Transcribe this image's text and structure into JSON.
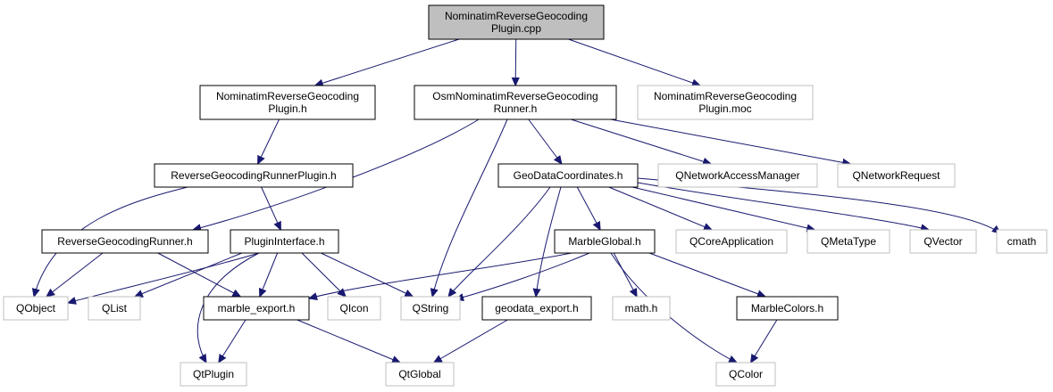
{
  "diagram": {
    "nodes": [
      {
        "id": "root",
        "lines": [
          "NominatimReverseGeocoding",
          "Plugin.cpp"
        ],
        "kind": "root"
      },
      {
        "id": "plh",
        "lines": [
          "NominatimReverseGeocoding",
          "Plugin.h"
        ],
        "kind": "local"
      },
      {
        "id": "osm",
        "lines": [
          "OsmNominatimReverseGeocoding",
          "Runner.h"
        ],
        "kind": "local"
      },
      {
        "id": "moc",
        "lines": [
          "NominatimReverseGeocoding",
          "Plugin.moc"
        ],
        "kind": "external"
      },
      {
        "id": "rgrp",
        "lines": [
          "ReverseGeocodingRunnerPlugin.h"
        ],
        "kind": "local"
      },
      {
        "id": "gdc",
        "lines": [
          "GeoDataCoordinates.h"
        ],
        "kind": "local"
      },
      {
        "id": "qnam",
        "lines": [
          "QNetworkAccessManager"
        ],
        "kind": "external"
      },
      {
        "id": "qnr",
        "lines": [
          "QNetworkRequest"
        ],
        "kind": "external"
      },
      {
        "id": "rgr",
        "lines": [
          "ReverseGeocodingRunner.h"
        ],
        "kind": "local"
      },
      {
        "id": "pi",
        "lines": [
          "PluginInterface.h"
        ],
        "kind": "local"
      },
      {
        "id": "mg",
        "lines": [
          "MarbleGlobal.h"
        ],
        "kind": "local"
      },
      {
        "id": "qca",
        "lines": [
          "QCoreApplication"
        ],
        "kind": "external"
      },
      {
        "id": "qmt",
        "lines": [
          "QMetaType"
        ],
        "kind": "external"
      },
      {
        "id": "qvec",
        "lines": [
          "QVector"
        ],
        "kind": "external"
      },
      {
        "id": "cmath",
        "lines": [
          "cmath"
        ],
        "kind": "external"
      },
      {
        "id": "qobj",
        "lines": [
          "QObject"
        ],
        "kind": "external"
      },
      {
        "id": "qlist",
        "lines": [
          "QList"
        ],
        "kind": "external"
      },
      {
        "id": "me",
        "lines": [
          "marble_export.h"
        ],
        "kind": "local"
      },
      {
        "id": "qicon",
        "lines": [
          "QIcon"
        ],
        "kind": "external"
      },
      {
        "id": "qstr",
        "lines": [
          "QString"
        ],
        "kind": "external"
      },
      {
        "id": "ge",
        "lines": [
          "geodata_export.h"
        ],
        "kind": "local"
      },
      {
        "id": "mathh",
        "lines": [
          "math.h"
        ],
        "kind": "external"
      },
      {
        "id": "mc",
        "lines": [
          "MarbleColors.h"
        ],
        "kind": "local"
      },
      {
        "id": "qplug",
        "lines": [
          "QtPlugin"
        ],
        "kind": "external"
      },
      {
        "id": "qglob",
        "lines": [
          "QtGlobal"
        ],
        "kind": "external"
      },
      {
        "id": "qcol",
        "lines": [
          "QColor"
        ],
        "kind": "external"
      }
    ],
    "edges": [
      {
        "from": "root",
        "to": "plh"
      },
      {
        "from": "root",
        "to": "osm"
      },
      {
        "from": "root",
        "to": "moc"
      },
      {
        "from": "plh",
        "to": "rgrp"
      },
      {
        "from": "osm",
        "to": "rgr"
      },
      {
        "from": "osm",
        "to": "qstr"
      },
      {
        "from": "osm",
        "to": "gdc"
      },
      {
        "from": "osm",
        "to": "qnam"
      },
      {
        "from": "osm",
        "to": "qnr"
      },
      {
        "from": "rgrp",
        "to": "qobj"
      },
      {
        "from": "rgrp",
        "to": "pi"
      },
      {
        "from": "gdc",
        "to": "qstr"
      },
      {
        "from": "gdc",
        "to": "ge"
      },
      {
        "from": "gdc",
        "to": "mg"
      },
      {
        "from": "gdc",
        "to": "qca"
      },
      {
        "from": "gdc",
        "to": "qmt"
      },
      {
        "from": "gdc",
        "to": "qvec"
      },
      {
        "from": "gdc",
        "to": "cmath"
      },
      {
        "from": "rgr",
        "to": "qobj"
      },
      {
        "from": "rgr",
        "to": "me"
      },
      {
        "from": "pi",
        "to": "qobj"
      },
      {
        "from": "pi",
        "to": "qlist"
      },
      {
        "from": "pi",
        "to": "me"
      },
      {
        "from": "pi",
        "to": "qicon"
      },
      {
        "from": "pi",
        "to": "qstr"
      },
      {
        "from": "pi",
        "to": "qplug"
      },
      {
        "from": "mg",
        "to": "me"
      },
      {
        "from": "mg",
        "to": "qstr"
      },
      {
        "from": "mg",
        "to": "mathh"
      },
      {
        "from": "mg",
        "to": "mc"
      },
      {
        "from": "mg",
        "to": "qcol"
      },
      {
        "from": "me",
        "to": "qplug"
      },
      {
        "from": "me",
        "to": "qglob"
      },
      {
        "from": "ge",
        "to": "qglob"
      },
      {
        "from": "mc",
        "to": "qcol"
      }
    ]
  },
  "colors": {
    "edge": "#191970",
    "local_border": "#000000",
    "external_border": "#bfbfbf",
    "root_fill": "#bfbfbf"
  }
}
